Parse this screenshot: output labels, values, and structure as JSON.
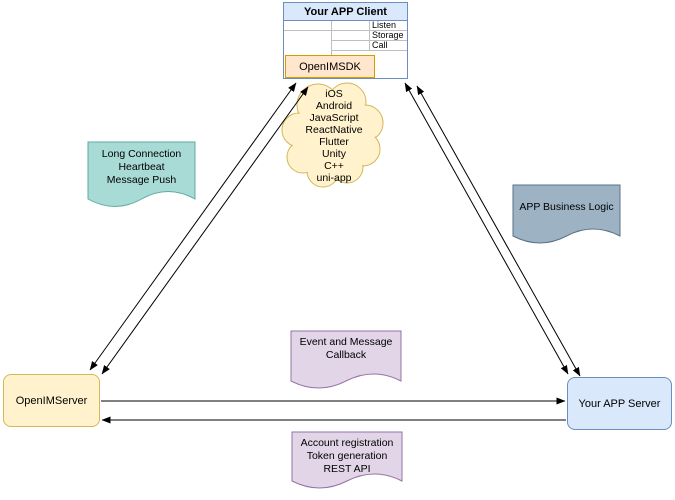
{
  "client": {
    "title": "Your APP Client",
    "interface_rows": [
      "Listen",
      "Storage",
      "Call"
    ],
    "sdk_label": "OpenIMSDK"
  },
  "platform_cloud": {
    "platforms": [
      "iOS",
      "Android",
      "JavaScript",
      "ReactNative",
      "Flutter",
      "Unity",
      "C++",
      "uni-app"
    ]
  },
  "callouts": {
    "long_connection": [
      "Long Connection",
      "Heartbeat",
      "Message Push"
    ],
    "business_logic": [
      "APP Business Logic"
    ],
    "event_callback": [
      "Event and Message",
      "Callback"
    ],
    "rest_api": [
      "Account registration",
      "Token generation",
      "REST API"
    ]
  },
  "nodes": {
    "openim_server": "OpenIMServer",
    "app_server": "Your APP Server"
  },
  "colors": {
    "client_header_fill": "#dae8fc",
    "client_border": "#6c8ebf",
    "sdk_fill": "#ffe6cc",
    "sdk_border": "#d79b00",
    "server_fill": "#fff2cc",
    "server_border": "#d6b656",
    "cloud_fill": "#fff2cc",
    "cloud_border": "#d6b656",
    "teal_fill": "#a8dbd5",
    "teal_border": "#62aaa2",
    "gray_fill": "#9db3c4",
    "gray_border": "#5c7287",
    "purple_fill": "#e1d5e7",
    "purple_border": "#9673a6",
    "arrow": "#000000"
  }
}
